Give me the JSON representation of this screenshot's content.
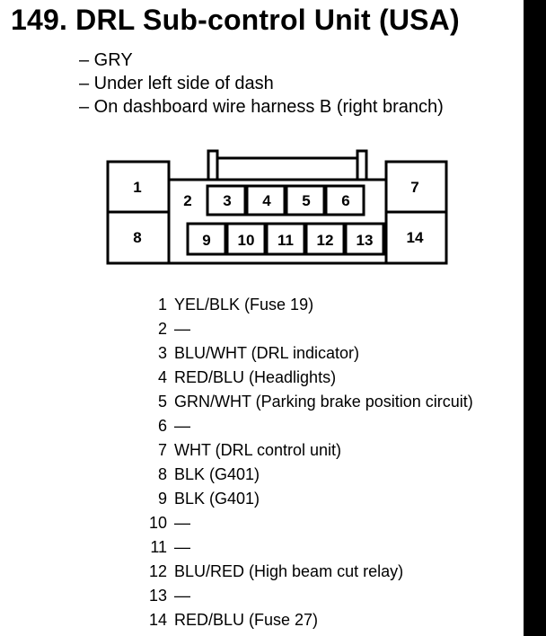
{
  "title": "149. DRL Sub-control Unit (USA)",
  "notes": [
    "– GRY",
    "– Under left side of dash",
    "– On dashboard wire harness B (right branch)"
  ],
  "connector": {
    "pins_top": [
      "1",
      "2",
      "3",
      "4",
      "5",
      "6",
      "7"
    ],
    "pins_bottom": [
      "8",
      "9",
      "10",
      "11",
      "12",
      "13",
      "14"
    ]
  },
  "pinout": [
    {
      "num": "1",
      "desc": "YEL/BLK (Fuse 19)"
    },
    {
      "num": "2",
      "desc": "—"
    },
    {
      "num": "3",
      "desc": "BLU/WHT (DRL indicator)"
    },
    {
      "num": "4",
      "desc": "RED/BLU (Headlights)"
    },
    {
      "num": "5",
      "desc": "GRN/WHT (Parking brake position circuit)"
    },
    {
      "num": "6",
      "desc": "—"
    },
    {
      "num": "7",
      "desc": "WHT (DRL control unit)"
    },
    {
      "num": "8",
      "desc": "BLK (G401)"
    },
    {
      "num": "9",
      "desc": "BLK (G401)"
    },
    {
      "num": "10",
      "desc": "—"
    },
    {
      "num": "11",
      "desc": "—"
    },
    {
      "num": "12",
      "desc": "BLU/RED (High beam cut relay)"
    },
    {
      "num": "13",
      "desc": "—"
    },
    {
      "num": "14",
      "desc": "RED/BLU (Fuse 27)"
    }
  ]
}
